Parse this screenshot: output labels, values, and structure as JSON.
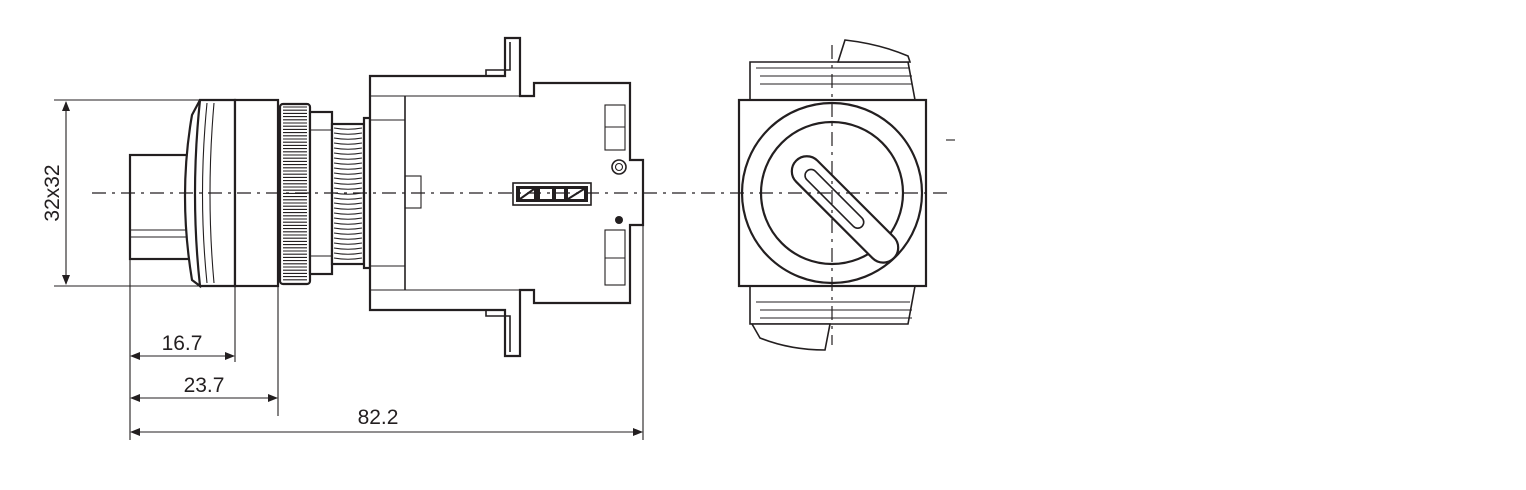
{
  "dimensions": {
    "height": "32x32",
    "d1": "16.7",
    "d2": "23.7",
    "d3": "82.2"
  }
}
